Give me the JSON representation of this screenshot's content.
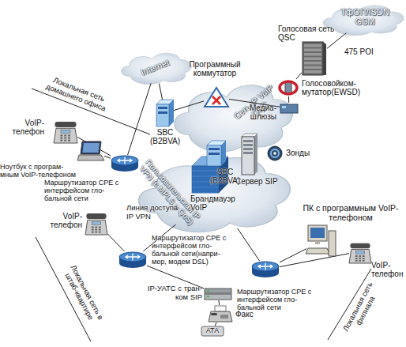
{
  "diagram": {
    "nodes": [
      {
        "text": [
          "ТфОП/ISDN GSM"
        ]
      },
      {
        "text": [
          "Internet"
        ]
      },
      {
        "text": [
          "Сеть IP VoIP QSC"
        ]
      },
      {
        "text": [
          "Пользовательская IP VPN (с MPLS и QoS)"
        ]
      },
      {
        "text": [
          "Голосовая сеть QSC"
        ]
      },
      {
        "text": [
          "Голосовойком- мутатор(EWSD)"
        ]
      },
      {
        "text": [
          "Медиа-шлюзы"
        ]
      },
      {
        "text": [
          "Программный коммутатор"
        ]
      },
      {
        "text": [
          "SBC (B2BVA)"
        ]
      },
      {
        "text": [
          "SBC (B2BVA)"
        ]
      },
      {
        "text": [
          "Брандмауэр VoIP"
        ]
      },
      {
        "text": [
          "Сервер SIP"
        ]
      },
      {
        "text": [
          "Зонды"
        ]
      },
      {
        "text": [
          "VoIP- телефон"
        ]
      },
      {
        "text": [
          "Ноутбук с програм- мным VoIP-телефоном"
        ]
      },
      {
        "text": [
          "Маршрутизатор CPE с интерфейсом гло- бальной сети"
        ]
      },
      {
        "text": [
          "ПК с программным VoIP-телефоном"
        ]
      },
      {
        "text": [
          "VoIP- телефон"
        ]
      },
      {
        "text": [
          "Маршрутизатор CPE с интерфейсом гло- бальной сети"
        ]
      },
      {
        "text": [
          "VoIP- телефон"
        ]
      },
      {
        "text": [
          "Маршрутизатор CPE с интерфейсом гло- бальной сети(напри- мер, модем DSL)"
        ]
      },
      {
        "text": [
          "IP-УАТС с тран- ком SIP"
        ]
      },
      {
        "text": [
          "Факс"
        ]
      },
      {
        "text": [
          "АТА"
        ]
      }
    ],
    "edges": [
      {
        "from": 15,
        "to": 1,
        "arrow": "none"
      },
      {
        "from": 1,
        "to": 8,
        "arrow": "none"
      },
      {
        "from": 8,
        "to": 7,
        "arrow": "none"
      },
      {
        "from": 7,
        "to": 6,
        "arrow": "none"
      },
      {
        "from": 6,
        "to": 5,
        "arrow": "none"
      },
      {
        "from": 5,
        "to": 4,
        "arrow": "none"
      },
      {
        "from": 4,
        "to": 0,
        "label": "475 POI",
        "arrow": "none"
      },
      {
        "from": 13,
        "to": 15,
        "arrow": "none"
      },
      {
        "from": 14,
        "to": 15,
        "arrow": "none"
      },
      {
        "from": 20,
        "to": 3,
        "label": "Линия доступа IP VPN",
        "arrow": "none"
      },
      {
        "from": 18,
        "to": 3,
        "arrow": "none"
      },
      {
        "from": 19,
        "to": 20,
        "arrow": "none"
      },
      {
        "from": 21,
        "to": 20,
        "arrow": "none"
      },
      {
        "from": 22,
        "to": 21,
        "arrow": "none"
      },
      {
        "from": 23,
        "to": 22,
        "arrow": "none"
      },
      {
        "from": 16,
        "to": 18,
        "arrow": "none"
      },
      {
        "from": 17,
        "to": 18,
        "arrow": "none"
      }
    ],
    "labels": [
      "Локальная сеть домашнего офиса",
      "Локальная сеть филиала",
      "Локальная сеть в штаб-квартире"
    ]
  }
}
